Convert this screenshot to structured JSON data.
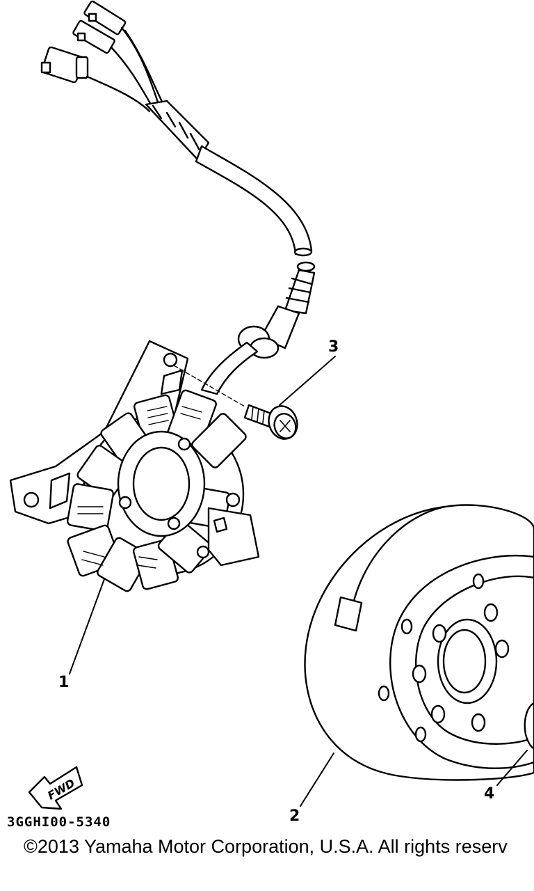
{
  "callouts": {
    "c1": "1",
    "c2": "2",
    "c3": "3",
    "c4": "4"
  },
  "fwd_label": "FWD",
  "part_code": "3GGHI00-5340",
  "copyright": "©2013 Yamaha Motor Corporation, U.S.A. All rights reserv"
}
